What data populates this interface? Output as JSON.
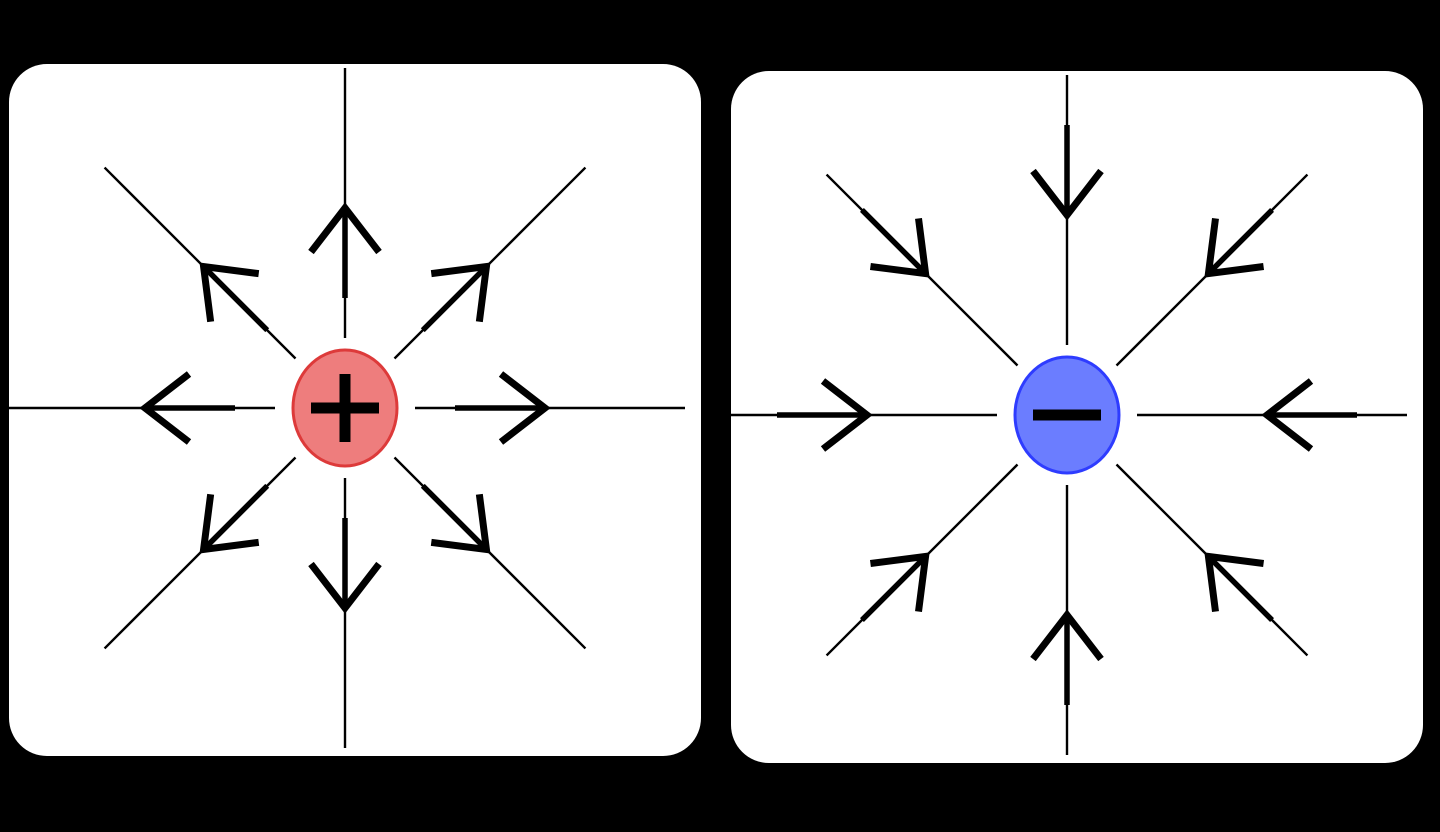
{
  "diagram": {
    "panels": [
      {
        "id": "positive",
        "charge": "positive",
        "symbol": "plus",
        "fill": "#ee7d7d",
        "stroke": "#dd3a3a",
        "field_direction": "outward",
        "line_count": 8
      },
      {
        "id": "negative",
        "charge": "negative",
        "symbol": "minus",
        "fill": "#6b7dff",
        "stroke": "#2e3cff",
        "field_direction": "inward",
        "line_count": 8
      }
    ],
    "background": "#000000",
    "panel_background": "#ffffff",
    "line_color": "#000000"
  }
}
